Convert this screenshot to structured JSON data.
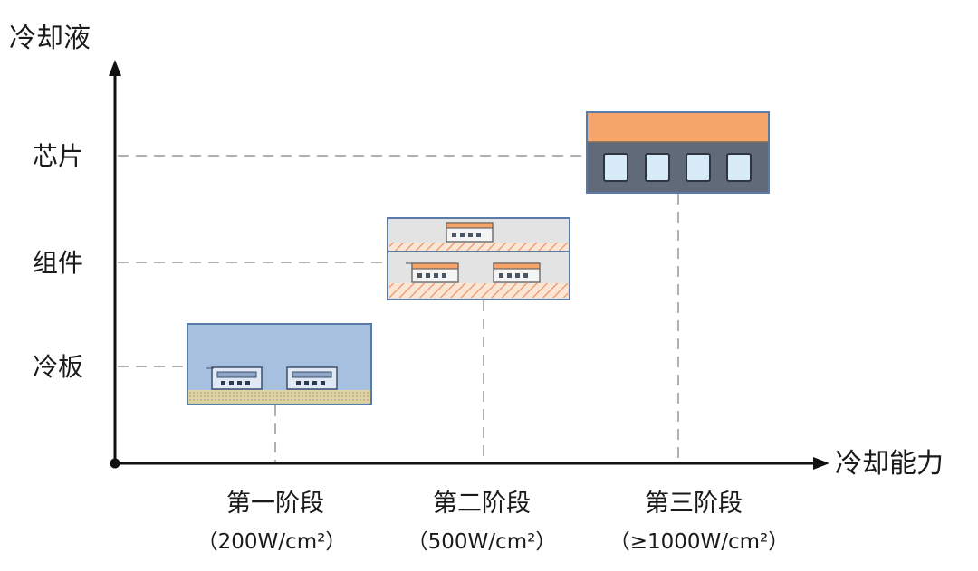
{
  "axes": {
    "y_title": "冷却液",
    "x_title": "冷却能力",
    "y_levels": [
      "芯片",
      "组件",
      "冷板"
    ]
  },
  "stages": [
    {
      "title": "第一阶段",
      "subtitle": "（200W/cm²）"
    },
    {
      "title": "第二阶段",
      "subtitle": "（500W/cm²）"
    },
    {
      "title": "第三阶段",
      "subtitle": "（≥1000W/cm²）"
    }
  ],
  "colors": {
    "axis": "#111111",
    "guide": "#b0b0b0",
    "stage1_bg": "#a8c0e0",
    "stage1_base": "#d9cfa2",
    "stage2_bg": "#e3e3e3",
    "stage2_hatch": "#f0a070",
    "chip_orange": "#f5a46a",
    "chip_body": "#606a78",
    "chip_window": "#d6ebf7",
    "border": "#5a7aa8"
  },
  "icons": [
    "cold-plate-module",
    "component-immersion-module",
    "chip-level-module"
  ]
}
